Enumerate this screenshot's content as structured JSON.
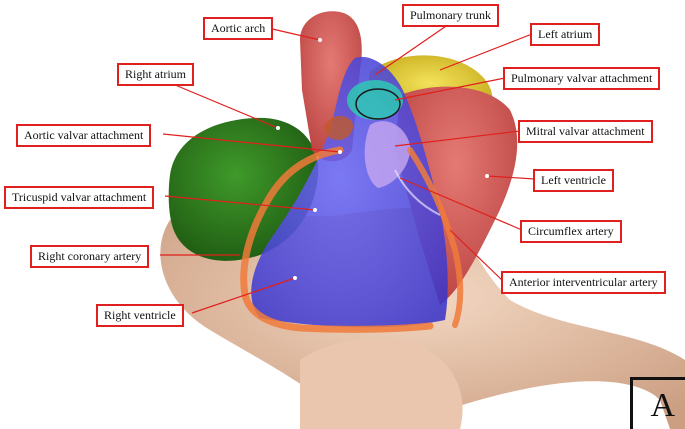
{
  "labels": {
    "aortic_arch": "Aortic arch",
    "pulmonary_trunk": "Pulmonary trunk",
    "left_atrium": "Left atrium",
    "right_atrium": "Right atrium",
    "pulmonary_valvar_attachment": "Pulmonary valvar attachment",
    "aortic_valvar_attachment": "Aortic valvar attachment",
    "mitral_valvar_attachment": "Mitral valvar attachment",
    "left_ventricle": "Left ventricle",
    "tricuspid_valvar_attachment": "Tricuspid valvar attachment",
    "circumflex_artery": "Circumflex artery",
    "right_coronary_artery": "Right coronary artery",
    "anterior_interventricular_artery": "Anterior interventricular artery",
    "right_ventricle": "Right ventricle"
  },
  "panel_letter": "A",
  "colors": {
    "label_border": "#e0201e",
    "leader_line": "#e0201e",
    "right_ventricle": "#4a45e0",
    "left_ventricle": "#d45a5a",
    "right_atrium": "#2f7d1f",
    "left_atrium": "#d8c42a",
    "coronary": "#f07a3a",
    "skin": "#e8c3a8"
  }
}
